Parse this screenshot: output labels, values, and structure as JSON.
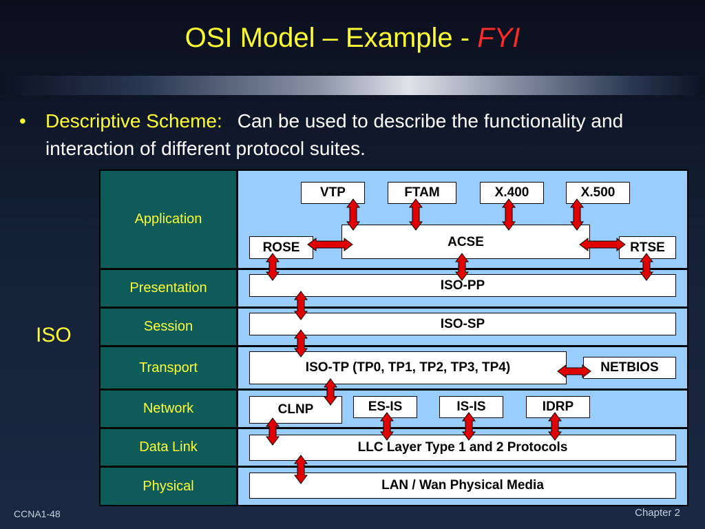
{
  "title": {
    "main": "OSI Model – Example - ",
    "emphasis": "FYI"
  },
  "bullet": {
    "marker": "•",
    "lead": "Descriptive Scheme:",
    "text": "Can be used to describe the functionality and interaction of different protocol suites."
  },
  "side_label": "ISO",
  "layers": [
    "Application",
    "Presentation",
    "Session",
    "Transport",
    "Network",
    "Data Link",
    "Physical"
  ],
  "protocols": {
    "vtp": "VTP",
    "ftam": "FTAM",
    "x400": "X.400",
    "x500": "X.500",
    "acse": "ACSE",
    "rose": "ROSE",
    "rtse": "RTSE",
    "isopp": "ISO-PP",
    "isosp": "ISO-SP",
    "isotp": "ISO-TP  (TP0, TP1, TP2, TP3, TP4)",
    "netbios": "NETBIOS",
    "clnp": "CLNP",
    "esis": "ES-IS",
    "isis": "IS-IS",
    "idrp": "IDRP",
    "llc": "LLC Layer Type 1 and 2 Protocols",
    "physical": "LAN / Wan Physical Media"
  },
  "colors": {
    "layer_bg": "#0d5c5a",
    "diagram_bg": "#99ccff",
    "title": "#ffff33",
    "arrow": "#e00000"
  },
  "footer": {
    "left": "CCNA1-48",
    "right": "Chapter 2"
  }
}
